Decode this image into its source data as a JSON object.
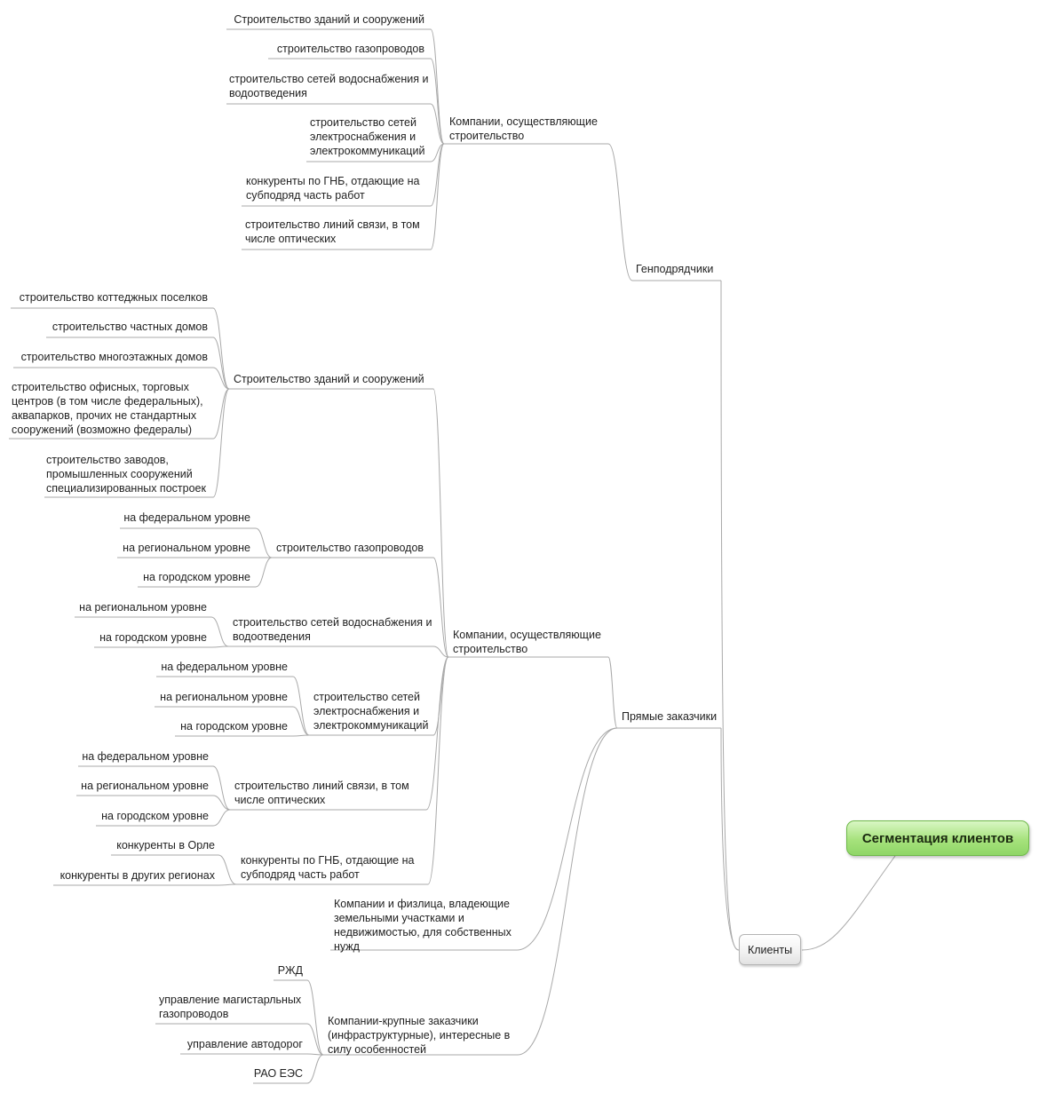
{
  "mindmap": {
    "root": "Сегментация клиентов",
    "clients": "Клиенты",
    "gen_contractors": {
      "label": "Генподрядчики",
      "companies": {
        "label": "Компании, осуществляющие строительство",
        "items": [
          "Строительство зданий и сооружений",
          "строительство газопроводов",
          "строительство сетей водоснабжения и водоотведения",
          "строительство сетей электроснабжения и электрокоммуникаций",
          "конкуренты по ГНБ, отдающие на субподряд часть работ",
          "строительство линий связи, в том числе оптических"
        ]
      }
    },
    "direct_customers": {
      "label": "Прямые заказчики",
      "companies": {
        "label": "Компании, осуществляющие строительство",
        "buildings": {
          "label": "Строительство зданий и сооружений",
          "items": [
            "строительство коттеджных поселков",
            "строительство частных домов",
            "строительство многоэтажных домов",
            "строительство офисных, торговых центров (в том числе федеральных), аквапарков, прочих не стандартных сооружений (возможно федералы)",
            "строительство заводов, промышленных сооружений специализированных построек"
          ]
        },
        "gas": {
          "label": "строительство газопроводов",
          "items": [
            "на федеральном уровне",
            "на региональном уровне",
            "на городском уровне"
          ]
        },
        "water": {
          "label": "строительство сетей водоснабжения и водоотведения",
          "items": [
            "на региональном уровне",
            "на городском уровне"
          ]
        },
        "power": {
          "label": "строительство сетей электроснабжения и электрокоммуникаций",
          "items": [
            "на федеральном уровне",
            "на региональном уровне",
            "на городском уровне"
          ]
        },
        "telecom": {
          "label": "строительство линий связи, в том числе оптических",
          "items": [
            "на федеральном уровне",
            "на региональном уровне",
            "на городском уровне"
          ]
        },
        "hdd": {
          "label": "конкуренты по ГНБ, отдающие на субподряд часть работ",
          "items": [
            "конкуренты в Орле",
            "конкуренты в других регионах"
          ]
        }
      },
      "landowners": {
        "label": "Компании и физлица, владеющие земельными участками и недвижимостью, для собственных нужд"
      },
      "large": {
        "label": "Компании-крупные заказчики (инфраструктурные), интересные в силу особенностей",
        "items": [
          "РЖД",
          "управление магистарльных газопроводов",
          "управление автодорог",
          "РАО ЕЭС"
        ]
      }
    },
    "colors": {
      "line": "#a9a9a9",
      "root_fill": "#a6e27c",
      "root_border": "#6fb94a"
    }
  }
}
